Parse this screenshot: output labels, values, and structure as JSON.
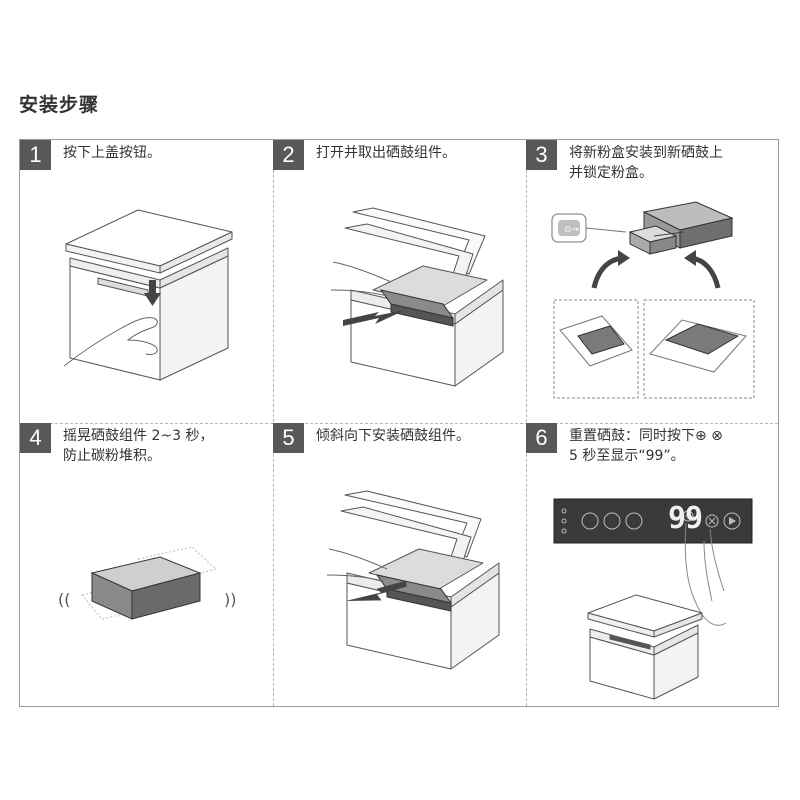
{
  "heading": "安装步骤",
  "steps": [
    {
      "number": "1",
      "caption": "按下上盖按钮。"
    },
    {
      "number": "2",
      "caption": "打开并取出硒鼓组件。"
    },
    {
      "number": "3",
      "caption": "将新粉盒安装到新硒鼓上\n并锁定粉盒。"
    },
    {
      "number": "4",
      "caption": "摇晃硒鼓组件 2~3 秒，\n防止碳粉堆积。"
    },
    {
      "number": "5",
      "caption": "倾斜向下安装硒鼓组件。"
    },
    {
      "number": "6",
      "caption": "重置硒鼓：同时按下⊕ ⊗\n5 秒至显示“99”。"
    }
  ],
  "panel": {
    "display": "99"
  },
  "icons": [
    "lock-icon",
    "arrow-right-icon",
    "wifi-icon",
    "copy-icon",
    "scan-icon",
    "plus-icon",
    "cancel-icon",
    "play-icon",
    "press-arrow-icon",
    "hand-icon"
  ],
  "colors": {
    "badge": "#595757",
    "frame": "#9a9a9a",
    "line": "#555555",
    "panel": "#3a3a3a"
  }
}
